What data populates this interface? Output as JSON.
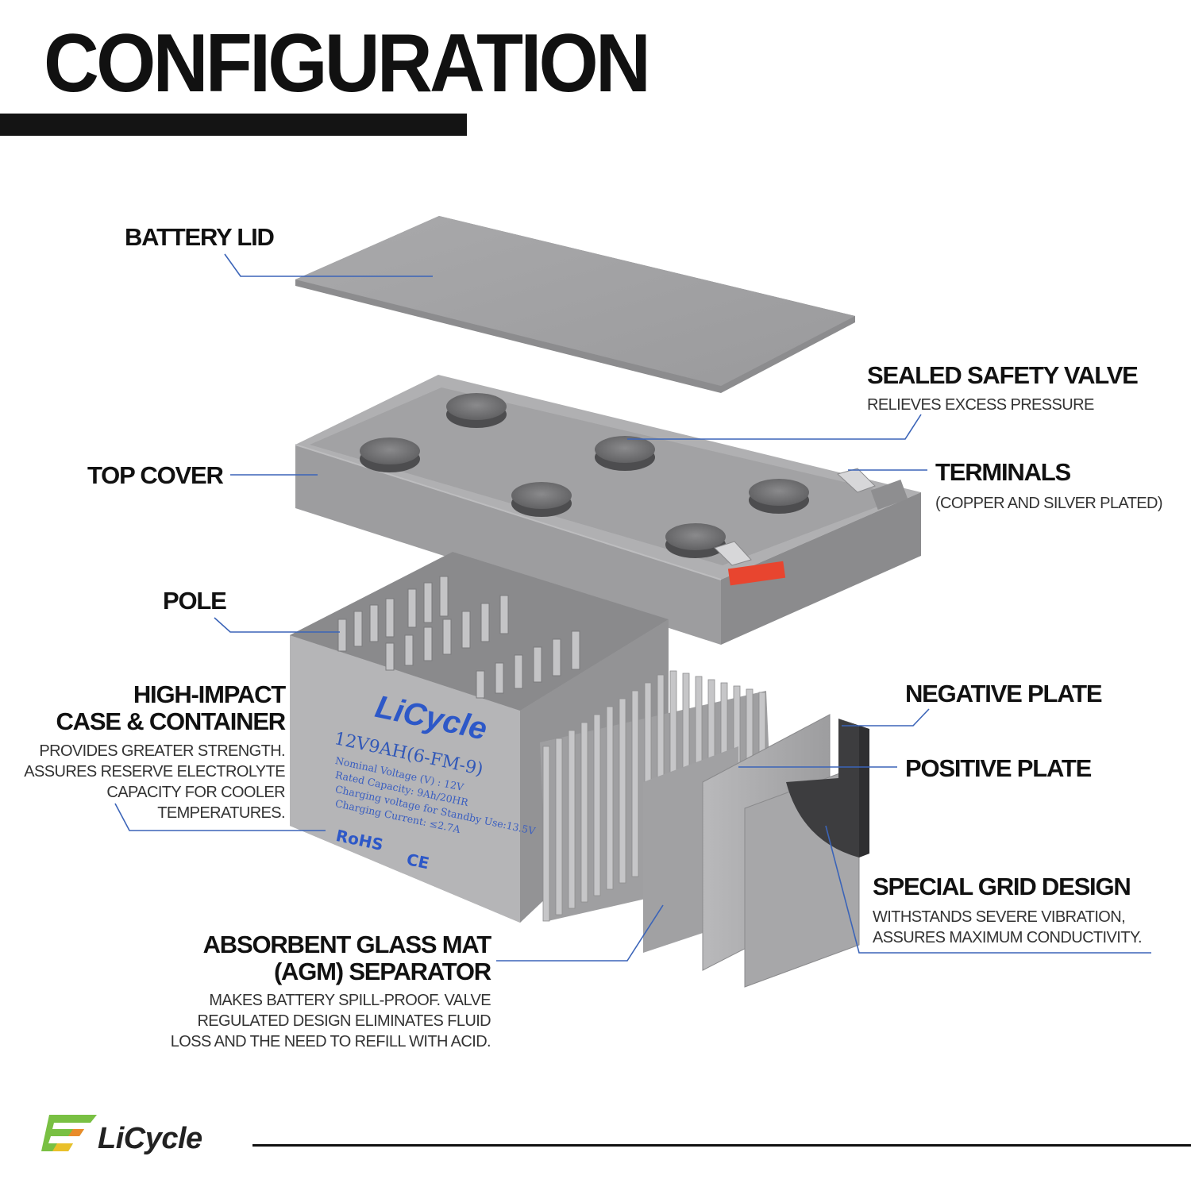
{
  "title": "CONFIGURATION",
  "labels": {
    "battery_lid": "BATTERY LID",
    "sealed_valve": {
      "title": "SEALED SAFETY VALVE",
      "desc": "RELIEVES EXCESS PRESSURE"
    },
    "top_cover": "TOP COVER",
    "terminals": {
      "title": "TERMINALS",
      "desc": "(COPPER AND SILVER PLATED)"
    },
    "pole": "POLE",
    "case": {
      "title_line1": "HIGH-IMPACT",
      "title_line2": "CASE & CONTAINER",
      "desc_lines": [
        "PROVIDES GREATER STRENGTH.",
        "ASSURES RESERVE ELECTROLYTE",
        "CAPACITY FOR COOLER",
        "TEMPERATURES."
      ]
    },
    "negative_plate": "NEGATIVE PLATE",
    "positive_plate": "POSITIVE PLATE",
    "grid": {
      "title": "SPECIAL GRID DESIGN",
      "desc_lines": [
        "WITHSTANDS SEVERE VIBRATION,",
        "ASSURES MAXIMUM CONDUCTIVITY."
      ]
    },
    "agm": {
      "title_line1": "ABSORBENT GLASS MAT",
      "title_line2": "(AGM) SEPARATOR",
      "desc_lines": [
        "MAKES BATTERY SPILL-PROOF. VALVE",
        "REGULATED DESIGN ELIMINATES FLUID",
        "LOSS AND THE NEED TO REFILL WITH ACID."
      ]
    }
  },
  "battery_case": {
    "brand": "LiCycle",
    "model": "12V9AH(6-FM-9)",
    "specs": [
      "Nominal Voltage (V) : 12V",
      "Rated Capacity: 9Ah/20HR",
      "Charging voltage for Standby Use:13.5V",
      "Charging Current: ≤2.7A"
    ],
    "marks": [
      "RoHS",
      "CE"
    ]
  },
  "footer": {
    "brand": "LiCycle"
  },
  "colors": {
    "leader": "#3b64b8",
    "logo_green": "#79c043",
    "logo_orange": "#e98b2a",
    "case_print": "#2d58c8",
    "valve_red": "#e8452f"
  }
}
